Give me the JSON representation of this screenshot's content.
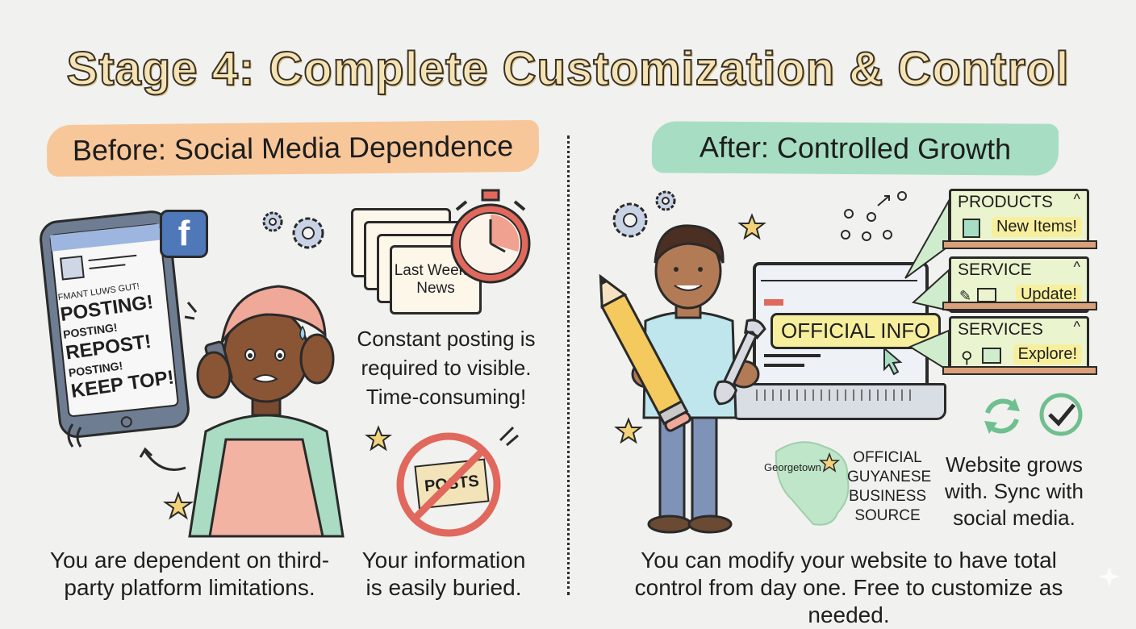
{
  "title": "Stage 4: Complete Customization & Control",
  "before": {
    "heading": "Before: Social Media Dependence",
    "phone": {
      "line1": "FMANT LUWS GUT!",
      "line2": "POSTING!",
      "line3": "POSTING!",
      "line4": "REPOST!",
      "line5": "POSTING!",
      "line6": "KEEP TOP!"
    },
    "facebook_glyph": "f",
    "news_card": "Last Week's News",
    "buried_sign": "POSTS",
    "posting_text": "Constant posting is required to visible. Time-consuming!",
    "caption_left": "You are dependent on third-party platform limitations.",
    "caption_right": "Your information is easily buried."
  },
  "after": {
    "heading": "After: Controlled Growth",
    "laptop_banner": "OFFICIAL INFO",
    "sections": [
      {
        "label": "PRODUCTS",
        "tag": "New Items!",
        "icon": "shopping-bag-icon"
      },
      {
        "label": "SERVICE",
        "tag": "Update!",
        "icon": "mail-icon"
      },
      {
        "label": "SERVICES",
        "tag": "Explore!",
        "icon": "search-icon"
      }
    ],
    "map_label": "Georgetown",
    "source_text": "OFFICIAL GUYANESE BUSINESS SOURCE",
    "grows_text": "Website grows with. Sync with social media.",
    "caption": "You can modify your website to have total control from day one. Free to customize as needed."
  },
  "colors": {
    "before_banner": "#f7c79a",
    "after_banner": "#a7dec3",
    "title_fill": "#f6e3b4",
    "accent_red": "#e0685c",
    "accent_green": "#6fbf8f"
  }
}
